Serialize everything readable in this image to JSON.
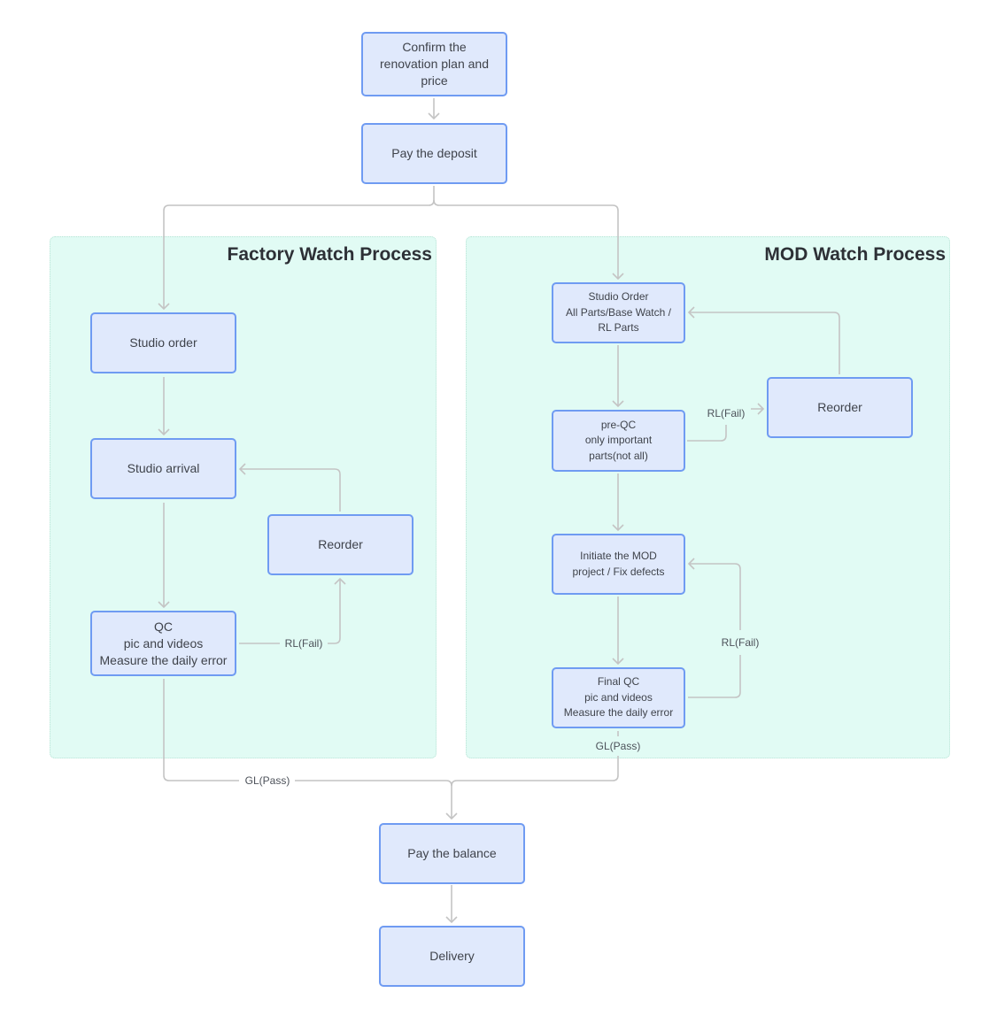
{
  "diagram": {
    "groups": {
      "factory": {
        "title": "Factory Watch Process"
      },
      "mod": {
        "title": "MOD Watch Process"
      }
    },
    "nodes": {
      "confirm_plan": "Confirm the\nrenovation plan and\nprice",
      "pay_deposit": "Pay the deposit",
      "factory_studio_order": "Studio order",
      "factory_studio_arrival": "Studio arrival",
      "factory_reorder": "Reorder",
      "factory_qc": "QC\npic and videos\nMeasure the daily error",
      "mod_studio_order": "Studio Order\nAll Parts/Base Watch /\nRL Parts",
      "mod_pre_qc": "pre-QC\nonly important\nparts(not all)",
      "mod_reorder": "Reorder",
      "mod_initiate": "Initiate the MOD\nproject / Fix defects",
      "mod_final_qc": "Final QC\npic and videos\nMeasure the daily error",
      "pay_balance": "Pay the balance",
      "delivery": "Delivery"
    },
    "edge_labels": {
      "factory_fail": "RL(Fail)",
      "factory_pass": "GL(Pass)",
      "mod_prequc_fail": "RL(Fail)",
      "mod_final_fail": "RL(Fail)",
      "mod_pass": "GL(Pass)"
    },
    "edges": [
      {
        "from": "confirm_plan",
        "to": "pay_deposit"
      },
      {
        "from": "pay_deposit",
        "to": "factory_studio_order"
      },
      {
        "from": "pay_deposit",
        "to": "mod_studio_order"
      },
      {
        "from": "factory_studio_order",
        "to": "factory_studio_arrival"
      },
      {
        "from": "factory_studio_arrival",
        "to": "factory_qc"
      },
      {
        "from": "factory_qc",
        "to": "factory_reorder",
        "label": "RL(Fail)"
      },
      {
        "from": "factory_reorder",
        "to": "factory_studio_arrival"
      },
      {
        "from": "factory_qc",
        "to": "pay_balance",
        "label": "GL(Pass)"
      },
      {
        "from": "mod_studio_order",
        "to": "mod_pre_qc"
      },
      {
        "from": "mod_pre_qc",
        "to": "mod_reorder",
        "label": "RL(Fail)"
      },
      {
        "from": "mod_reorder",
        "to": "mod_studio_order"
      },
      {
        "from": "mod_pre_qc",
        "to": "mod_initiate"
      },
      {
        "from": "mod_initiate",
        "to": "mod_final_qc"
      },
      {
        "from": "mod_final_qc",
        "to": "mod_initiate",
        "label": "RL(Fail)"
      },
      {
        "from": "mod_final_qc",
        "to": "pay_balance",
        "label": "GL(Pass)"
      },
      {
        "from": "pay_balance",
        "to": "delivery"
      }
    ],
    "colors": {
      "node_fill": "#e0e9fc",
      "node_border": "#6f9bf2",
      "group_fill": "#e1fbf4",
      "group_border": "#b8e3d5",
      "edge": "#c4c4c4"
    }
  }
}
